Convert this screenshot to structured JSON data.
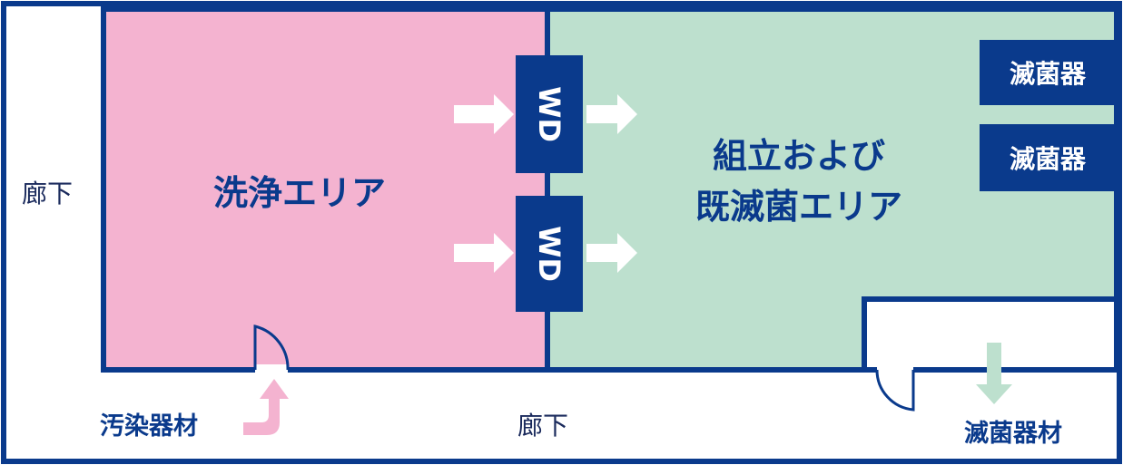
{
  "rooms": {
    "wash_area": "洗浄エリア",
    "assembly_area_line1": "組立および",
    "assembly_area_line2": "既滅菌エリア"
  },
  "corridors": {
    "left": "廊下",
    "bottom": "廊下"
  },
  "equipment": {
    "wd_upper": "WD",
    "wd_lower": "WD",
    "sterilizer_1": "滅菌器",
    "sterilizer_2": "滅菌器"
  },
  "materials": {
    "contaminated": "汚染器材",
    "sterilized": "滅菌器材"
  },
  "colors": {
    "wall": "#0a3a8c",
    "wash_area": "#f4b3d0",
    "clean_area": "#bde0ce",
    "contaminated_arrow": "#f4b3d0",
    "sterilized_arrow": "#bde0ce",
    "flow_arrow": "#ffffff"
  }
}
